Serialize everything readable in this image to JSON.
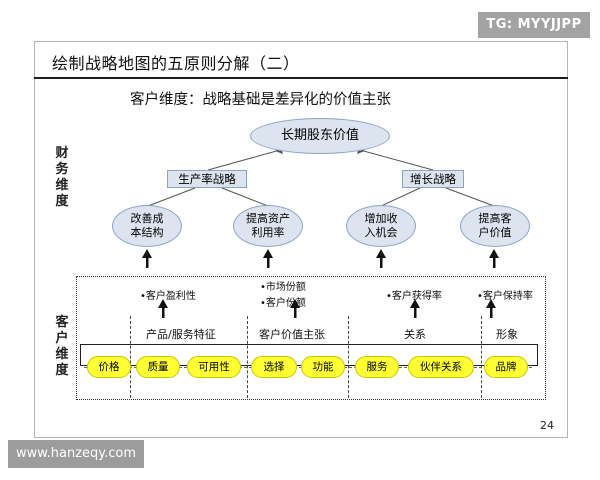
{
  "watermark_top_right": "TG: MYYJJPP",
  "watermark_bottom_left": "www.hanzeqy.com",
  "slide_title": "绘制战略地图的五原则分解（二）",
  "subtitle": "客户维度：战略基础是差异化的价值主张",
  "financial_label": "财务维度",
  "customer_label": "客户维度",
  "top_node": "长期股东价值",
  "strategies": {
    "productivity": "生产率战略",
    "growth": "增长战略"
  },
  "financial_nodes": [
    {
      "line1": "改善成",
      "line2": "本结构"
    },
    {
      "line1": "提高资产",
      "line2": "利用率"
    },
    {
      "line1": "增加收",
      "line2": "入机会"
    },
    {
      "line1": "提高客",
      "line2": "户价值"
    }
  ],
  "customer_outcomes": {
    "profitability": "•客户盈利性",
    "market_share": "•市场份额",
    "share_of_wallet": "•客户份额",
    "acquisition": "•客户获得率",
    "retention": "•客户保持率"
  },
  "value_proposition": {
    "product_service": "产品/服务特征",
    "title": "客户价值主张",
    "relationship": "关系",
    "image": "形象"
  },
  "attributes": [
    "价格",
    "质量",
    "可用性",
    "选择",
    "功能",
    "服务",
    "伙伴关系",
    "品牌"
  ],
  "page_number": "24",
  "colors": {
    "node_fill": "#dde4ef",
    "node_border": "#8da3c5",
    "attribute_fill": "#ffff33"
  }
}
